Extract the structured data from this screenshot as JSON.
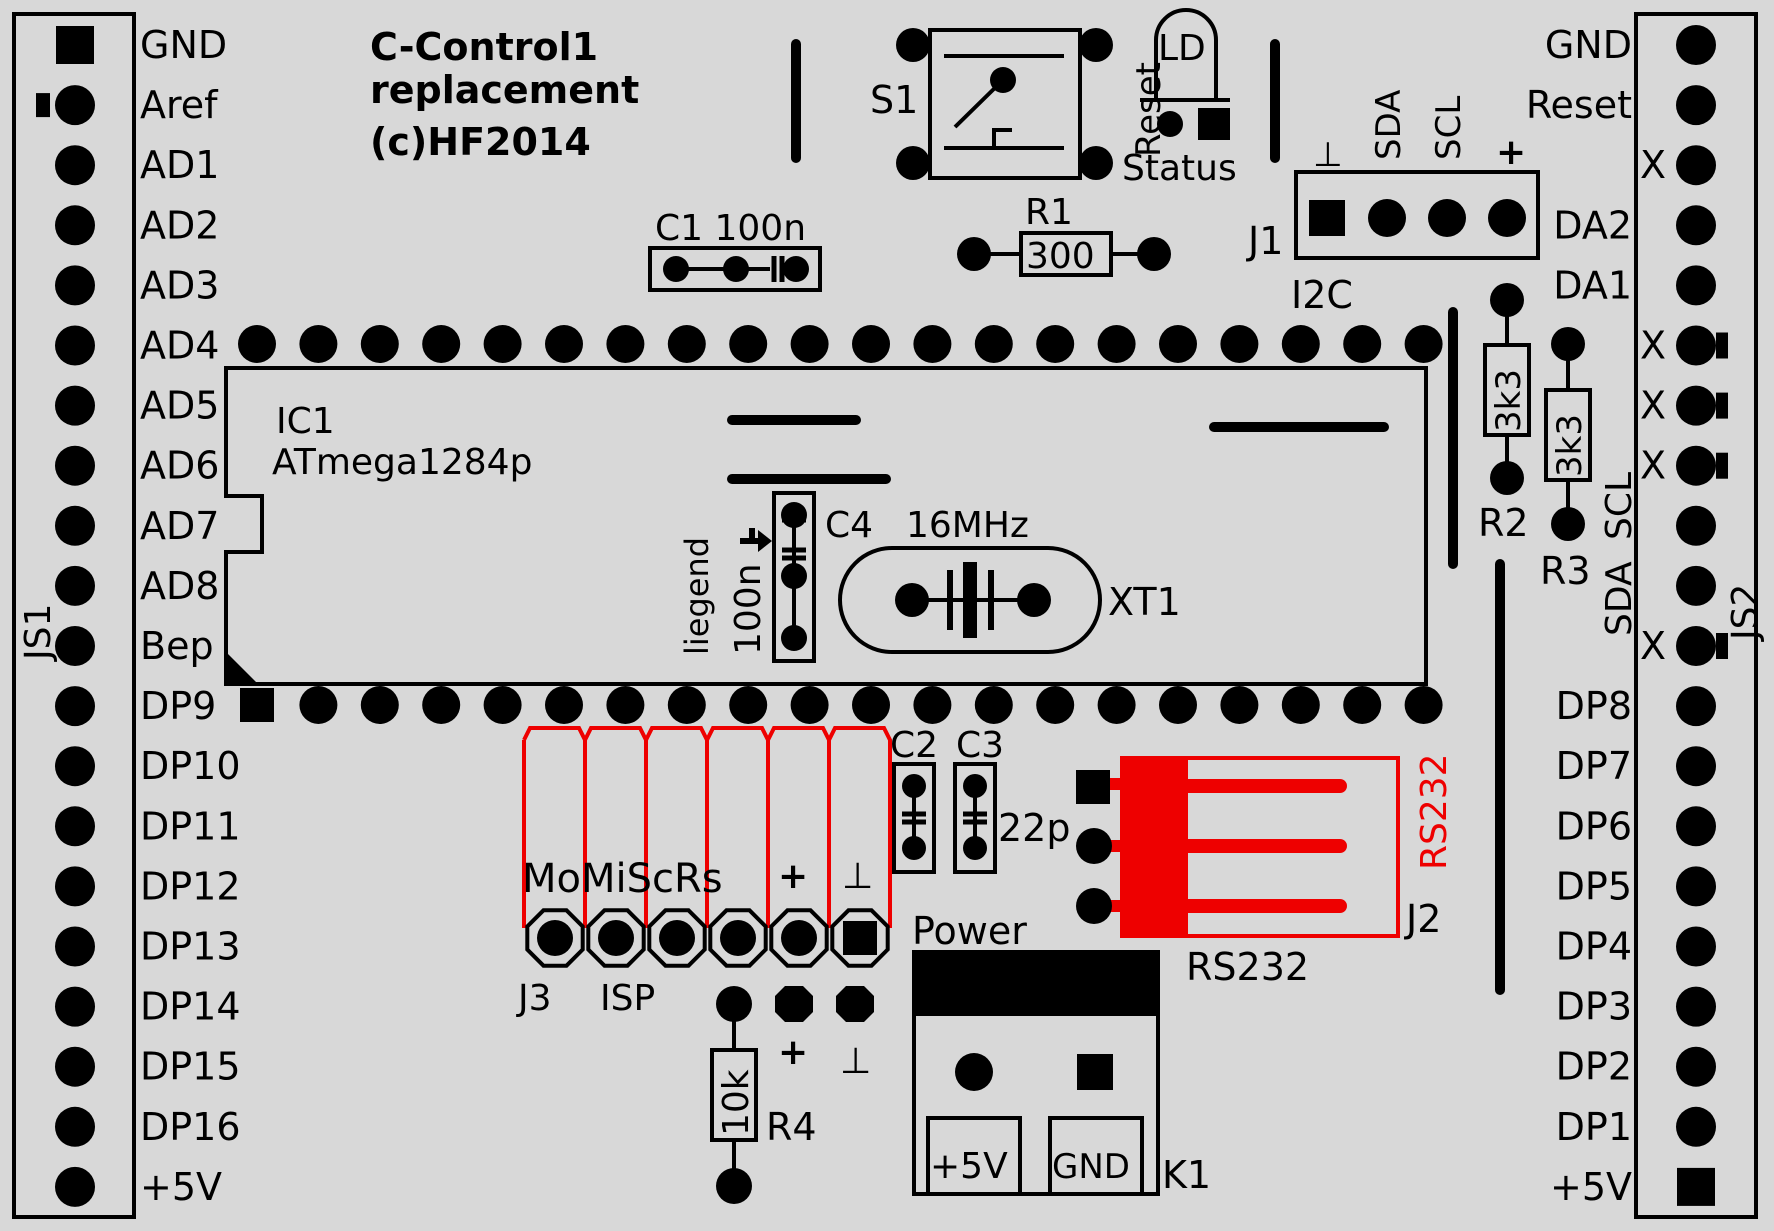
{
  "colors": {
    "background": "#d8d8d8",
    "ink": "#000000",
    "red": "#ee0000"
  },
  "title": {
    "line1": "C-Control1",
    "line2": "replacement",
    "line3": "(c)HF2014"
  },
  "js1": {
    "ref": "JS1",
    "pins": [
      "GND",
      "Aref",
      "AD1",
      "AD2",
      "AD3",
      "AD4",
      "AD5",
      "AD6",
      "AD7",
      "AD8",
      "Bep",
      "DP9",
      "DP10",
      "DP11",
      "DP12",
      "DP13",
      "DP14",
      "DP15",
      "DP16",
      "+5V"
    ]
  },
  "js2": {
    "ref": "JS2",
    "pins": [
      "GND",
      "Reset",
      "",
      "DA2",
      "DA1",
      "",
      "",
      "",
      "",
      "",
      "",
      "DP8",
      "DP7",
      "DP6",
      "DP5",
      "DP4",
      "DP3",
      "DP2",
      "DP1",
      "+5V"
    ],
    "x_mark": "X"
  },
  "ic1": {
    "ref": "IC1",
    "part": "ATmega1284p"
  },
  "c1": {
    "label": "C1 100n"
  },
  "c4": {
    "ref": "C4",
    "value": "100n",
    "note": "liegend"
  },
  "xt1": {
    "freq": "16MHz",
    "ref": "XT1"
  },
  "s1": {
    "ref": "S1"
  },
  "reset_label": "Reset",
  "ld": {
    "label": "LD",
    "status": "Status"
  },
  "r1": {
    "ref": "R1",
    "value": "300"
  },
  "j1": {
    "ref": "J1",
    "name": "I2C",
    "gnd": "⊥",
    "sda": "SDA",
    "scl": "SCL",
    "plus": "+"
  },
  "r2": {
    "ref": "R2",
    "value": "3k3"
  },
  "r3": {
    "ref": "R3",
    "value": "3k3"
  },
  "sda_scl": {
    "scl": "SCL",
    "sda": "SDA"
  },
  "c2c3": {
    "c2": "C2",
    "c3": "C3",
    "value": "22p"
  },
  "j3": {
    "ref": "J3",
    "name": "ISP",
    "pins": "MoMiScRs",
    "plus": "+",
    "gnd": "⊥"
  },
  "j2": {
    "ref": "J2",
    "name": "RS232",
    "side_label": "RS232"
  },
  "power": {
    "label": "Power",
    "ref": "K1",
    "plus": "+5V",
    "gnd": "GND"
  },
  "r4": {
    "ref": "R4",
    "value": "10k",
    "plus": "+",
    "gnd": "⊥"
  }
}
